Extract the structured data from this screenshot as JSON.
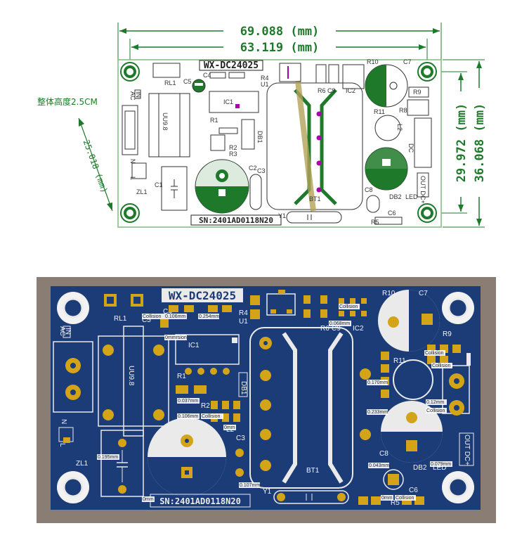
{
  "top_drawing": {
    "dim_total_width": "69.088 (mm)",
    "dim_inner_width": "63.119 (mm)",
    "dim_inner_height": "29.972 (mm)",
    "dim_total_height": "36.068 (mm)",
    "dim_left_height": "25.018 (mm)",
    "overall_height_note": "整体高度2.5CM",
    "board_name": "WX-DC24025",
    "serial": "SN:2401AD0118N20",
    "labels": {
      "rl1": "RL1",
      "c5": "C5",
      "c4": "C4",
      "r4": "R4",
      "u1": "U1",
      "ic1": "IC1",
      "r6": "R6",
      "c9": "C9",
      "ic2": "IC2",
      "r10": "R10",
      "c7": "C7",
      "r9": "R9",
      "r11": "R11",
      "r8": "R8",
      "l2": "L2",
      "dc": "DC",
      "r1": "R1",
      "r2": "R2",
      "r3": "R3",
      "db1": "DB1",
      "c2": "C2",
      "c3": "C3",
      "c1": "C1",
      "zl1": "ZL1",
      "bt1": "BT1",
      "y1": "Y1",
      "c8": "C8",
      "db2": "DB2",
      "led": "LED",
      "c6": "C6",
      "r5": "R5",
      "ac": "AC",
      "in": "IN",
      "n": "N",
      "l": "L",
      "out_dc": "OUT DC+",
      "uu": "UU9.8"
    }
  },
  "render_3d": {
    "board_name": "WX-DC24025",
    "serial": "SN:2401AD0118N20",
    "labels": {
      "rl1": "RL1",
      "c5": "C5",
      "c4": "C4",
      "r4": "R4",
      "u1": "U1",
      "ic1": "IC1",
      "r6": "R6",
      "c9": "C9",
      "ic2": "IC2",
      "r10": "R10",
      "c7": "C7",
      "r9": "R9",
      "r11": "R11",
      "r1": "R1",
      "r2": "R2",
      "db1": "DB1",
      "l2": "L2",
      "c3": "C3",
      "zl1": "ZL1",
      "bt1": "BT1",
      "y1": "Y1",
      "c8": "C8",
      "db2": "DB2",
      "led": "LED",
      "c6": "C6",
      "r5": "R5",
      "ac": "AC",
      "in": "IN",
      "n": "N",
      "l": "L",
      "out_dc": "OUT DC+",
      "uu": "UU9.8",
      "minus": "-"
    },
    "measurements": {
      "m1": "0.106mm",
      "m2": "0.254mm",
      "m3": "0mmrsion",
      "m4": "0.068mm",
      "m5": "0.037mm",
      "m6": "0.106mm",
      "m7": "0mm",
      "m8": "0.170mm",
      "m9": "0.233mm",
      "m10": "0.12mm",
      "m11": "0.195mm",
      "m12": "0.043mm",
      "m13": "0.079mm",
      "m14": "0.107mm",
      "m15": "0mm",
      "m16": "0mm"
    },
    "collision": "Collision"
  },
  "colors": {
    "dim_green": "#1e7a2a",
    "pcb_blue": "#1c3c78",
    "gold": "#d4a418",
    "frame_taupe": "#8a7d74"
  }
}
